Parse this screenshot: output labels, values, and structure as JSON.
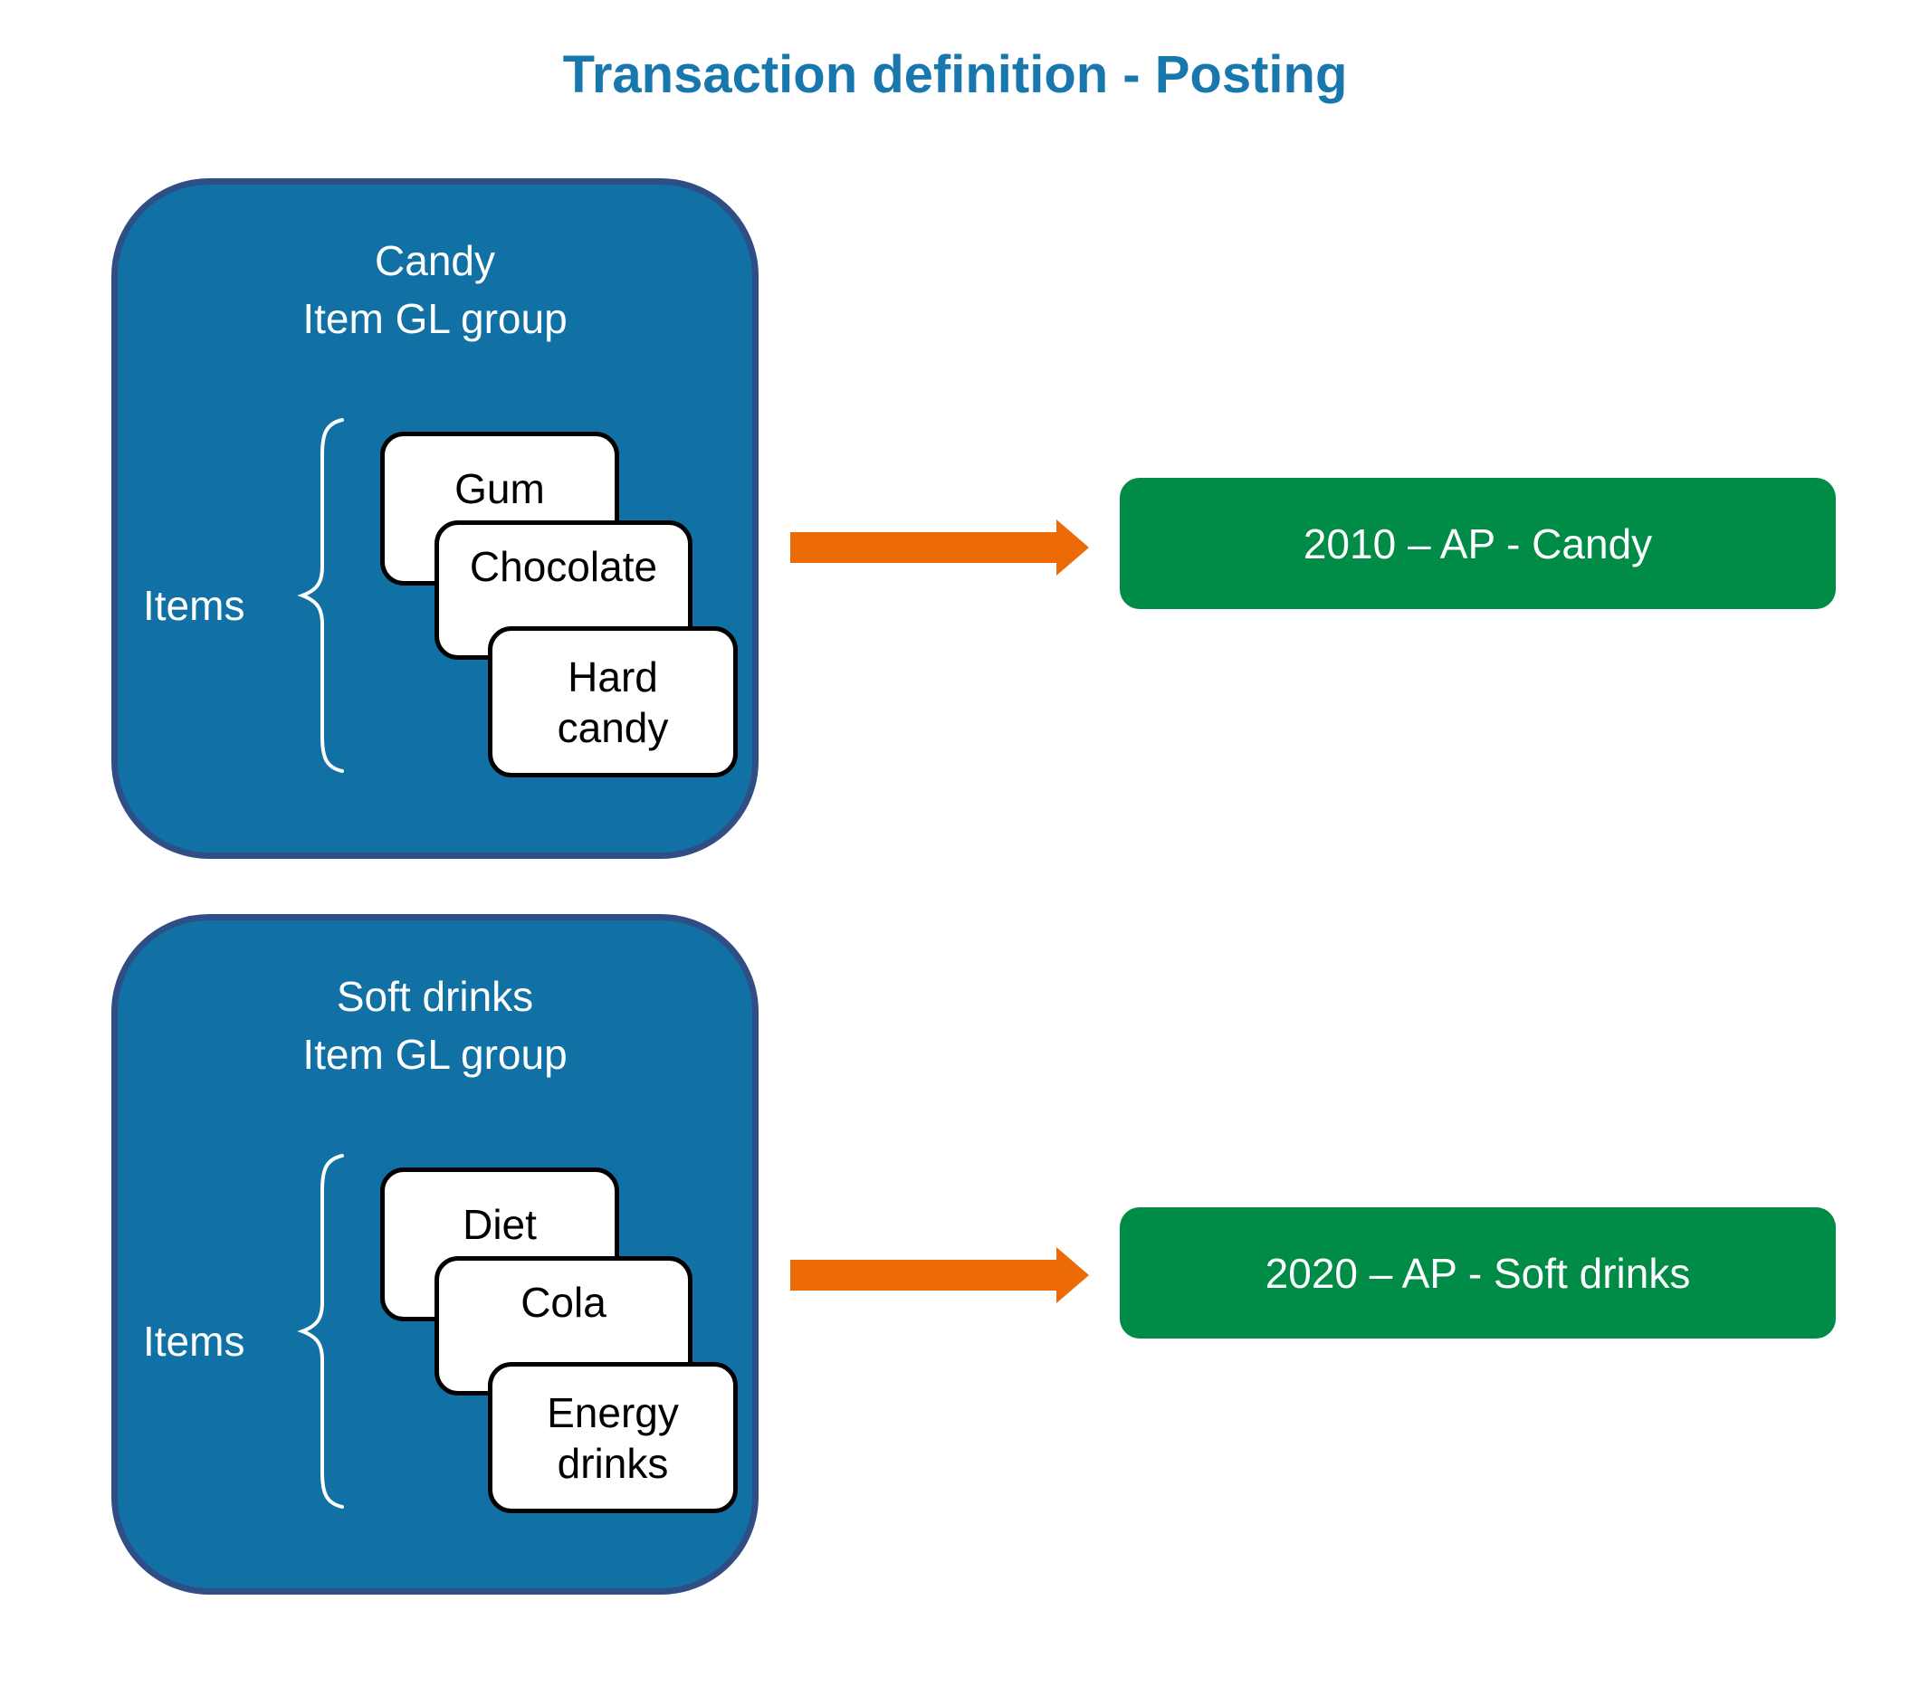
{
  "title": "Transaction definition - Posting",
  "colors": {
    "title_blue": "#1878AE",
    "group_fill": "#1171A5",
    "group_border": "#2F4E86",
    "card_fill": "#FFFFFF",
    "card_border": "#000000",
    "account_green": "#008C46",
    "arrow_orange": "#EC6B06",
    "text_on_fill": "#FFFFFF"
  },
  "groups": [
    {
      "name_line1": "Candy",
      "name_line2": "Item GL group",
      "items_label": "Items",
      "items": [
        "Gum",
        "Chocolate",
        "Hard candy"
      ],
      "account": "2010 – AP - Candy"
    },
    {
      "name_line1": "Soft drinks",
      "name_line2": "Item GL group",
      "items_label": "Items",
      "items": [
        "Diet",
        "Cola",
        "Energy drinks"
      ],
      "account": "2020 – AP - Soft drinks"
    }
  ]
}
